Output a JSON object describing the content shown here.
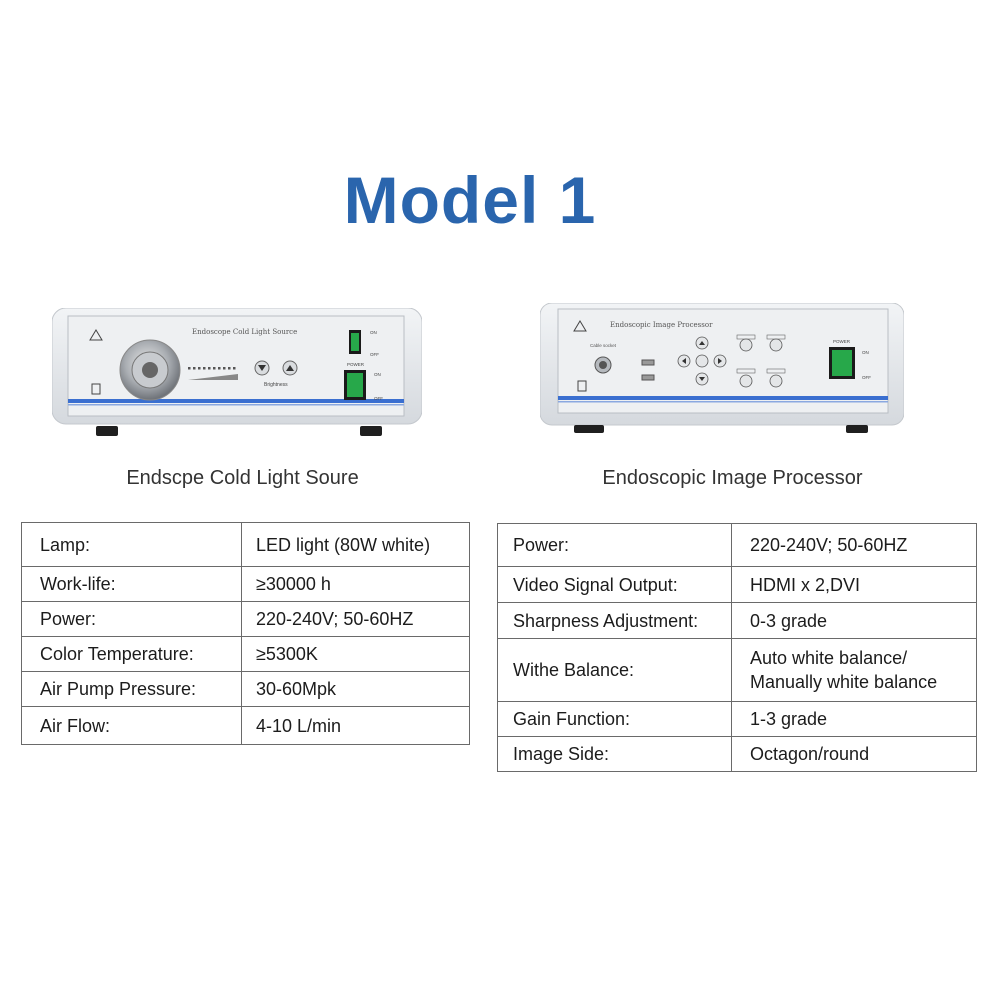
{
  "page": {
    "title": "Model 1"
  },
  "light_source": {
    "panel_label": "Endoscope Cold Light Source",
    "brightness_label": "Brightness",
    "switch_on": "ON",
    "switch_off": "OFF",
    "power_label": "POWER",
    "caption": "Endscpe Cold Light Soure",
    "specs": [
      {
        "label": "Lamp:",
        "value": "LED light (80W white)"
      },
      {
        "label": "Work-life:",
        "value": "≥30000 h"
      },
      {
        "label": "Power:",
        "value": "220-240V; 50-60HZ"
      },
      {
        "label": "Color Temperature:",
        "value": "≥5300K"
      },
      {
        "label": "Air Pump Pressure:",
        "value": "30-60Mpk"
      },
      {
        "label": "Air Flow:",
        "value": "4-10 L/min"
      }
    ]
  },
  "image_processor": {
    "panel_label": "Endoscopic Image Processor",
    "cable_label": "Cable socket",
    "power_label": "POWER",
    "switch_on": "ON",
    "switch_off": "OFF",
    "caption": "Endoscopic Image Processor",
    "specs": [
      {
        "label": "Power:",
        "value": "220-240V; 50-60HZ"
      },
      {
        "label": "Video Signal Output:",
        "value": "HDMI x 2,DVI"
      },
      {
        "label": "Sharpness Adjustment:",
        "value": "0-3 grade"
      },
      {
        "label": "Withe Balance:",
        "value": "Auto white balance/",
        "value2": "Manually white balance"
      },
      {
        "label": "Gain Function:",
        "value": "1-3 grade"
      },
      {
        "label": "Image Side:",
        "value": "Octagon/round"
      }
    ]
  },
  "colors": {
    "title_blue": "#2a65ad",
    "stripe_blue": "#3a6fd0",
    "switch_green": "#27a84a"
  }
}
